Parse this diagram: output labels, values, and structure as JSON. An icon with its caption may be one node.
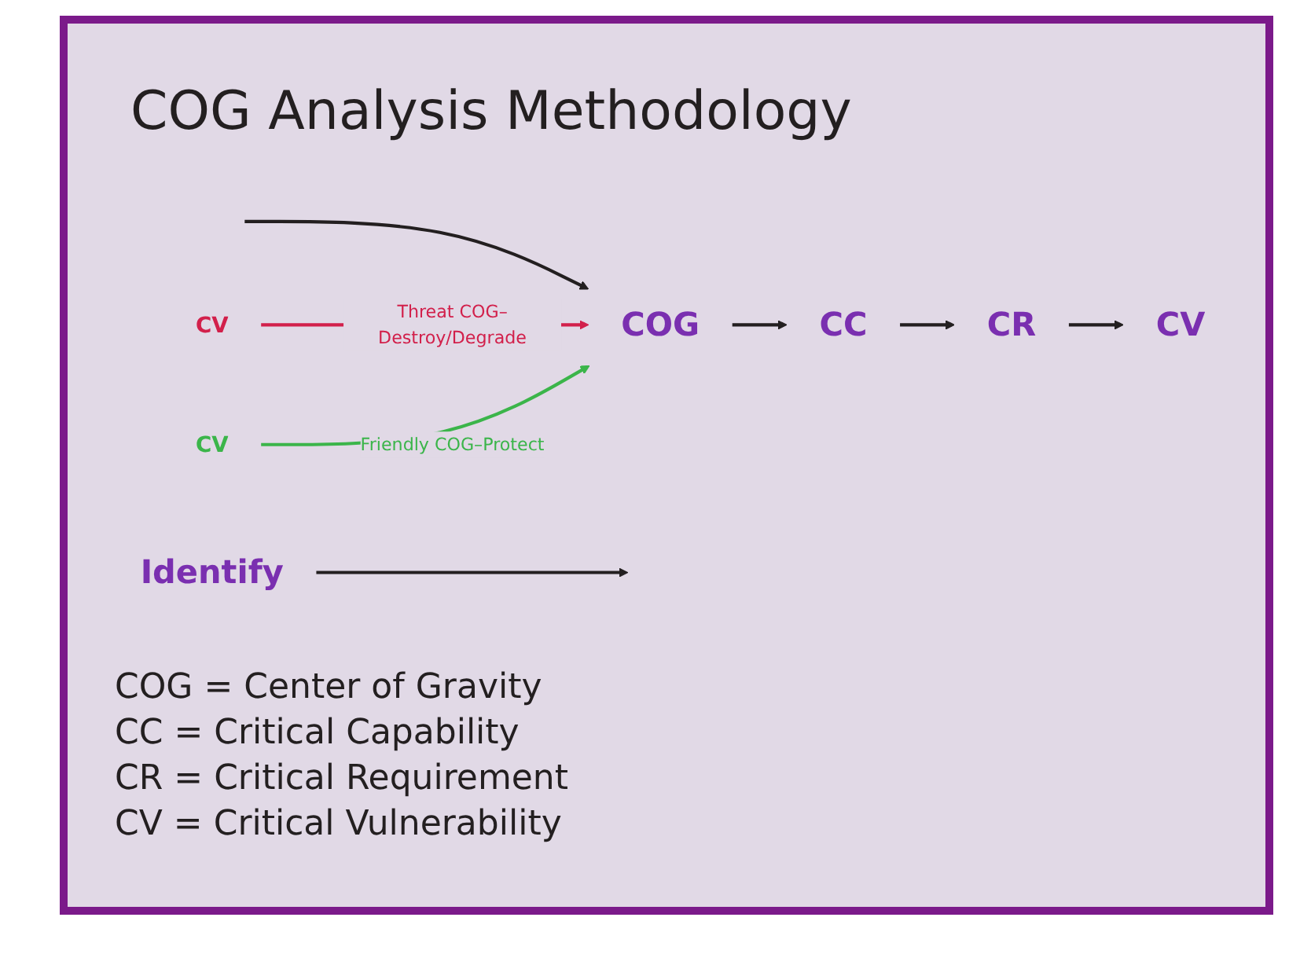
{
  "diagram": {
    "title": "COG Analysis Methodology",
    "nodes": [
      {
        "text": [
          "Identify"
        ]
      },
      {
        "text": [
          "COG"
        ]
      },
      {
        "text": [
          "CC"
        ]
      },
      {
        "text": [
          "CR"
        ]
      },
      {
        "text": [
          "CV"
        ]
      },
      {
        "text": [
          "CV"
        ]
      },
      {
        "text": [
          "CV"
        ]
      }
    ],
    "edges": [
      {
        "from": null,
        "to": 1,
        "arrow": "to"
      },
      {
        "from": 0,
        "to": null,
        "arrow": "to"
      },
      {
        "from": 1,
        "to": 2,
        "arrow": "to"
      },
      {
        "from": 2,
        "to": 3,
        "arrow": "to"
      },
      {
        "from": 3,
        "to": 4,
        "arrow": "to"
      },
      {
        "from": 5,
        "to": 1,
        "arrow": "to",
        "label": "Threat COG–Destroy/Degrade",
        "color": "#d2204b"
      },
      {
        "from": 6,
        "to": 1,
        "arrow": "to",
        "label": "Friendly COG–Protect",
        "color": "#3bb54a"
      }
    ],
    "labels": [
      "COG = Center of Gravity",
      "CC = Critical Capability",
      "CR = Critical Requirement",
      "CV = Critical Vulnerability"
    ]
  }
}
